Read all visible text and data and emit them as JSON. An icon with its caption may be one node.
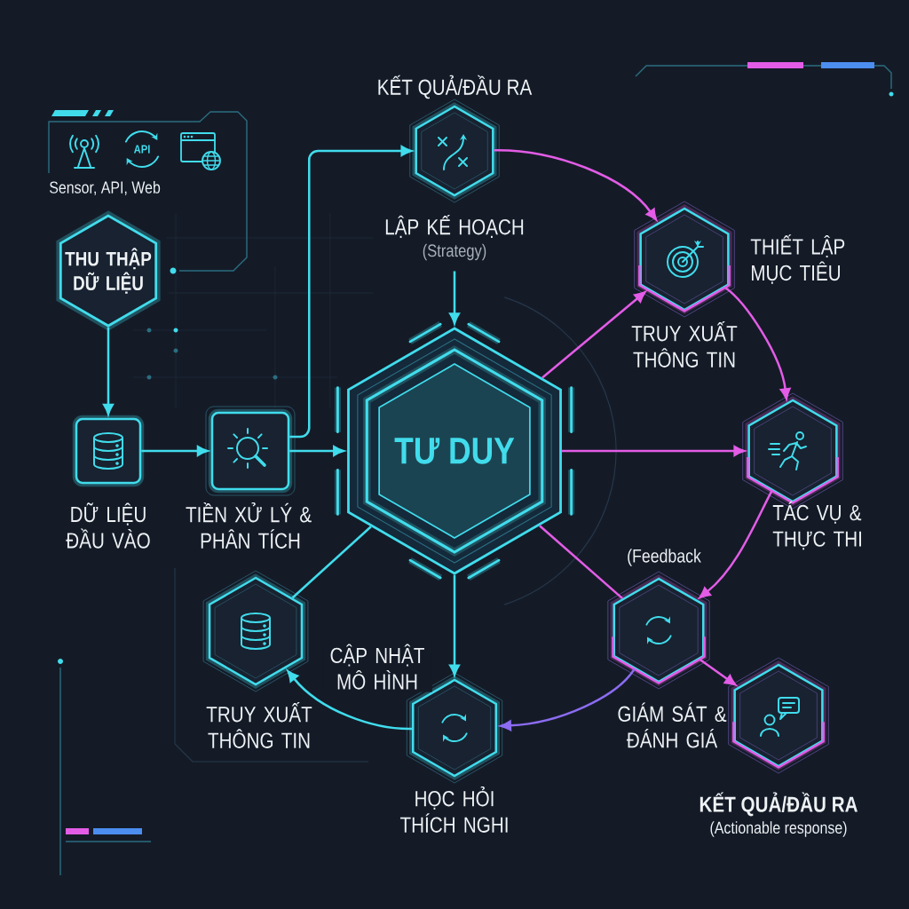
{
  "diagram": {
    "nodes": [
      {
        "text": [
          "API",
          "Sensor, API, Web"
        ]
      },
      {
        "text": [
          "LẬP KẾ HOẠCH",
          "(Strategy)"
        ]
      },
      {
        "text": [
          "THU THẬP DỮ LIỆU"
        ]
      },
      {
        "text": [
          "THIẾT LẬP MỤC TIÊU",
          "TRUY XUẤT THÔNG TIN"
        ]
      },
      {
        "text": [
          "DỮ LIỆU ĐẦU VÀO"
        ]
      },
      {
        "text": [
          "TIỀN XỬ LÝ & PHÂN TÍCH"
        ]
      },
      {
        "text": [
          "TƯ DUY"
        ]
      },
      {
        "text": [
          "TÁC VỤ & THỰC THI"
        ]
      },
      {
        "text": [
          "TRUY XUẤT THÔNG TIN"
        ]
      },
      {
        "text": [
          "GIÁM SÁT & ĐÁNH GIÁ"
        ],
        "beside": [
          "(Feedback"
        ]
      },
      {
        "text": [
          "HỌC HỎI THÍCH NGHI"
        ]
      },
      {
        "text": [
          "KẾT QUẢ/ĐẦU RA",
          "(Actionable response)"
        ]
      }
    ],
    "edges": [
      {
        "from": 2,
        "to": 4,
        "arrow": "to"
      },
      {
        "from": 4,
        "to": 5,
        "arrow": "to"
      },
      {
        "from": 5,
        "to": 1,
        "arrow": "to"
      },
      {
        "from": 5,
        "to": 6,
        "arrow": "to"
      },
      {
        "from": 1,
        "to": 6,
        "arrow": "to"
      },
      {
        "from": 1,
        "to": 3,
        "arrow": "to",
        "color": "#e35ce6"
      },
      {
        "from": 6,
        "to": 3,
        "arrow": "to",
        "color": "#e35ce6"
      },
      {
        "from": 3,
        "to": 7,
        "arrow": "to",
        "color": "#e35ce6"
      },
      {
        "from": 6,
        "to": 7,
        "arrow": "to",
        "color": "#e35ce6"
      },
      {
        "from": 7,
        "to": 9,
        "arrow": "to",
        "color": "#e35ce6"
      },
      {
        "from": 9,
        "to": 11,
        "arrow": "to",
        "color": "#e35ce6"
      },
      {
        "from": 6,
        "to": 9,
        "arrow": "none",
        "color": "#e35ce6"
      },
      {
        "from": 9,
        "to": 10,
        "arrow": "to",
        "color": "#8c6cf2"
      },
      {
        "from": 6,
        "to": 10,
        "arrow": "to"
      },
      {
        "from": 6,
        "to": 8,
        "arrow": "none"
      },
      {
        "from": 10,
        "to": 8,
        "arrow": "to",
        "label": "CẬP NHẬT MÔ HÌNH"
      }
    ],
    "labels": [
      "KẾT QUẢ/ĐẦU RA"
    ]
  }
}
